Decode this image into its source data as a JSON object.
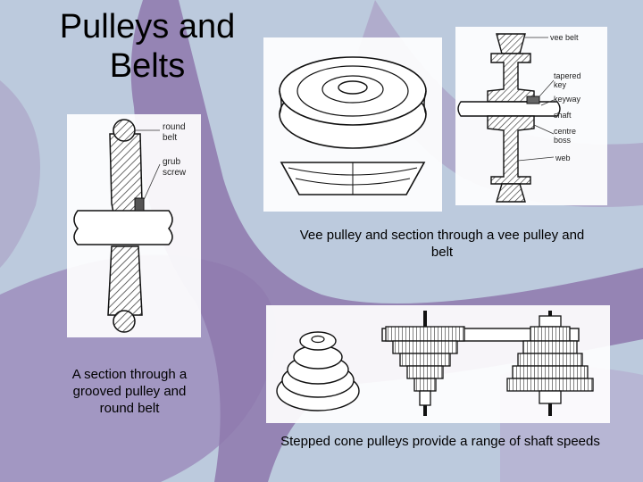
{
  "title": {
    "line1": "Pulleys and",
    "line2": "Belts"
  },
  "figures": {
    "grooved": {
      "caption_line1": "A section through a",
      "caption_line2": "grooved pulley and",
      "caption_line3": "round belt",
      "labels": {
        "round_belt_1": "round",
        "round_belt_2": "belt",
        "grub_1": "grub",
        "grub_2": "screw"
      }
    },
    "vee": {
      "caption_line1": "Vee pulley and section through a vee pulley and",
      "caption_line2": "belt",
      "labels": {
        "vee_belt": "vee belt",
        "tapered_1": "tapered",
        "tapered_2": "key",
        "keyway": "keyway",
        "shaft": "shaft",
        "centre_1": "centre",
        "centre_2": "boss",
        "web": "web"
      }
    },
    "stepped": {
      "caption": "Stepped cone pulleys provide a range of shaft speeds"
    }
  },
  "colors": {
    "background": "#b9c7dc",
    "starfish": "#8e78ad",
    "drawing_line": "#1a1a1a",
    "hatch": "#444444"
  }
}
